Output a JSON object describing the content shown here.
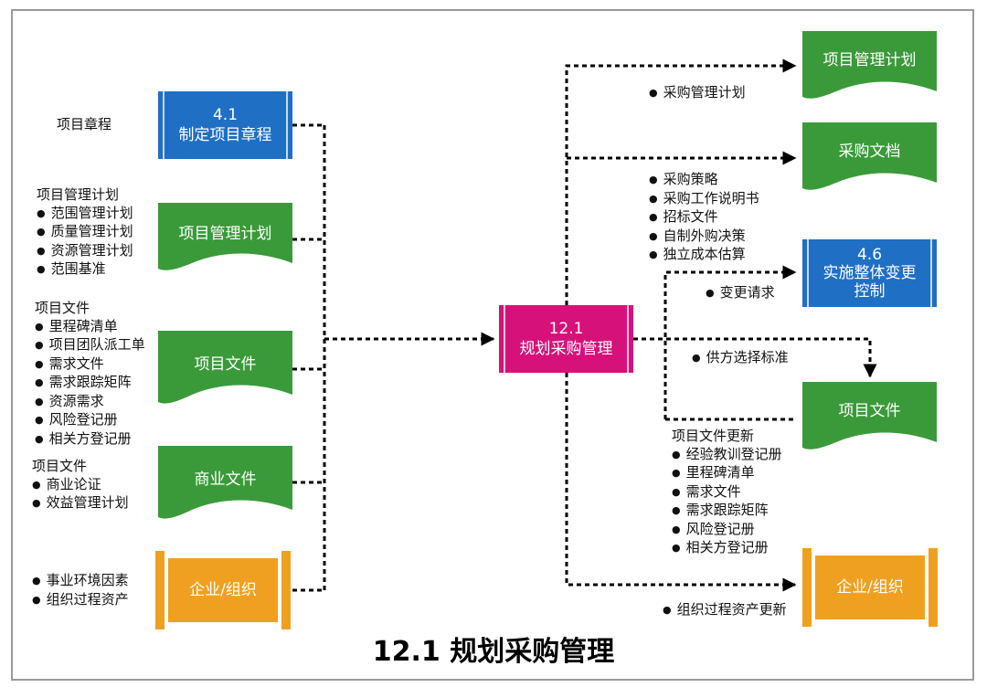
{
  "title": "12.1 规划采购管理",
  "colors": {
    "green": "#3a9a3a",
    "blue": "#1f6fc5",
    "magenta": "#d6117a",
    "orange": "#f0a020",
    "line": "#000000"
  },
  "process": {
    "line1": "12.1",
    "line2": "规划采购管理"
  },
  "inputs": [
    {
      "label": "4.1\n制定项目章程",
      "shape": "process-blue"
    },
    {
      "label": "项目管理计划",
      "shape": "document-green"
    },
    {
      "label": "项目文件",
      "shape": "document-green"
    },
    {
      "label": "商业文件",
      "shape": "document-green"
    },
    {
      "label": "企业/组织",
      "shape": "scroll-orange"
    }
  ],
  "outputs": [
    {
      "label": "项目管理计划",
      "shape": "document-green"
    },
    {
      "label": "采购文档",
      "shape": "document-green"
    },
    {
      "label": "4.6\n实施整体变更\n控制",
      "shape": "process-blue"
    },
    {
      "label": "项目文件",
      "shape": "document-green"
    },
    {
      "label": "企业/组织",
      "shape": "scroll-orange"
    }
  ],
  "input_notes": {
    "charter": {
      "heading": "项目章程",
      "items": []
    },
    "plan": {
      "heading": "项目管理计划",
      "items": [
        "范围管理计划",
        "质量管理计划",
        "资源管理计划",
        "范围基准"
      ]
    },
    "docs": {
      "heading": "项目文件",
      "items": [
        "里程碑清单",
        "项目团队派工单",
        "需求文件",
        "需求跟踪矩阵",
        "资源需求",
        "风险登记册",
        "相关方登记册"
      ]
    },
    "business": {
      "heading": "项目文件",
      "items": [
        "商业论证",
        "效益管理计划"
      ]
    },
    "eef": {
      "heading": "",
      "items": [
        "事业环境因素",
        "组织过程资产"
      ]
    }
  },
  "output_notes": {
    "plan": {
      "items": [
        "采购管理计划"
      ]
    },
    "procdocs": {
      "items": [
        "采购策略",
        "采购工作说明书",
        "招标文件",
        "自制外购决策",
        "独立成本估算"
      ]
    },
    "change": {
      "items": [
        "变更请求"
      ]
    },
    "criteria": {
      "items": [
        "供方选择标准"
      ]
    },
    "docs": {
      "heading": "项目文件更新",
      "items": [
        "经验教训登记册",
        "里程碑清单",
        "需求文件",
        "需求跟踪矩阵",
        "风险登记册",
        "相关方登记册"
      ]
    },
    "opa": {
      "items": [
        "组织过程资产更新"
      ]
    }
  }
}
